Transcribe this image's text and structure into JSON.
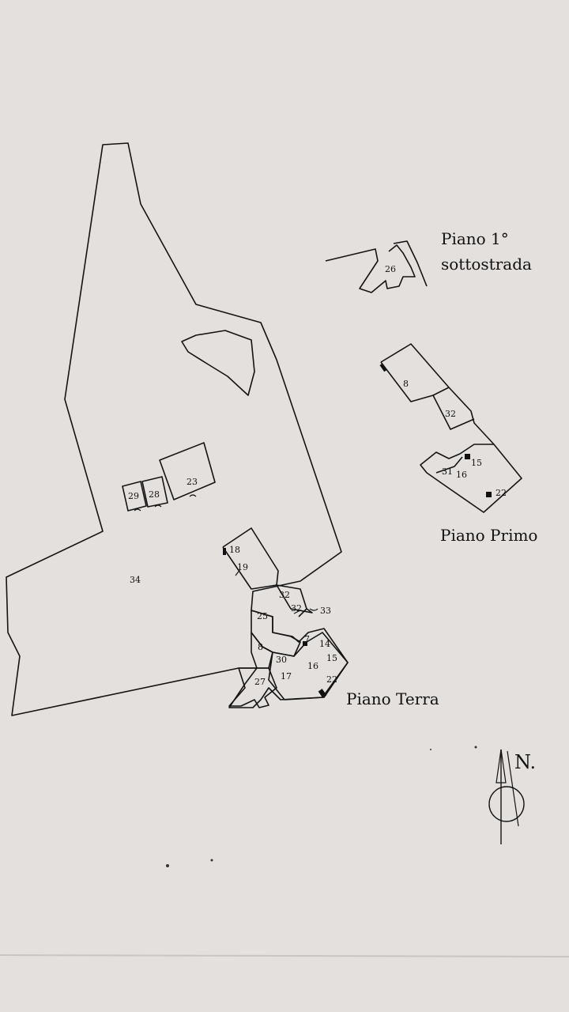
{
  "labels": {
    "basement_line1": "Piano 1°",
    "basement_line2": "sottostrada",
    "first_floor": "Piano Primo",
    "ground_floor": "Piano Terra",
    "north": "N."
  },
  "parcels": {
    "p34": "34",
    "p29": "29",
    "p28": "28",
    "p23": "23",
    "p18": "18",
    "p19": "19",
    "p32a": "32",
    "p32b": "32",
    "p33": "33",
    "p25": "25",
    "p8": "8",
    "p7": "7",
    "p14": "14",
    "p30": "30",
    "p16": "16",
    "p15": "15",
    "p17": "17",
    "p27": "27",
    "p22": "22"
  },
  "first_floor_parcels": {
    "p8": "8",
    "p32": "32",
    "p31": "31",
    "p16": "16",
    "p15": "15",
    "p22": "22"
  },
  "basement_parcels": {
    "p26": "26"
  }
}
